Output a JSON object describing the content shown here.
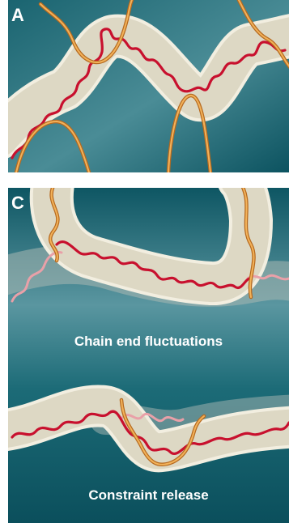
{
  "panels": [
    {
      "letter": "A"
    },
    {
      "letter": "C",
      "captions": [
        "Chain end fluctuations",
        "Constraint release"
      ]
    }
  ],
  "colors": {
    "background_dark": "#0f5a66",
    "background_light": "#4e8e99",
    "tube": "#ddd8c4",
    "tube_edge": "#f2eee0",
    "chain": "#c8102e",
    "chain_faded": "#e9a0a8",
    "obstacle_chain": "#e8a040"
  }
}
